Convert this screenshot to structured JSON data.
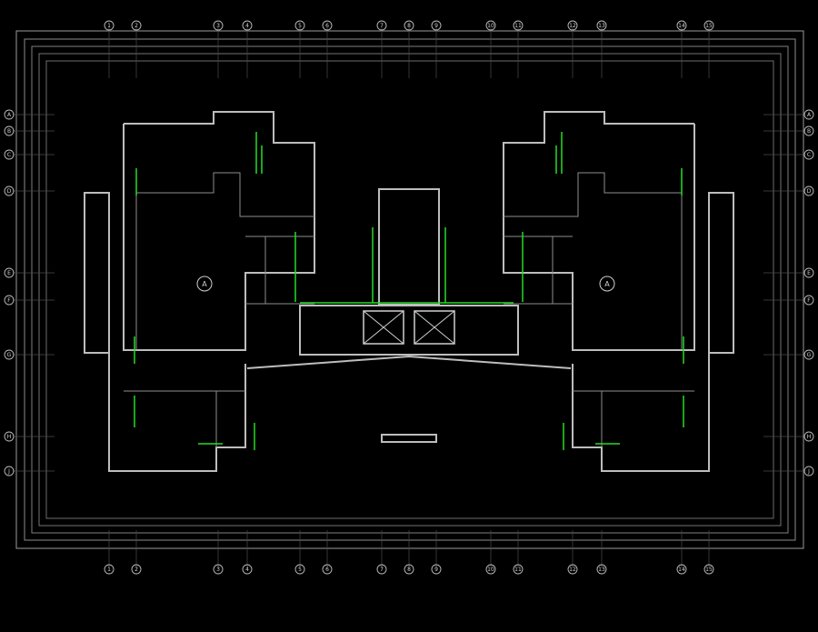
{
  "colors": {
    "background": "#000000",
    "frame": "#9a9a9a",
    "wall": "#bdbdbd",
    "pipe": "#22dd22",
    "text": "#cfcfcf"
  },
  "grid_top": [
    "1",
    "2",
    "3",
    "4",
    "5",
    "6",
    "7",
    "8",
    "9",
    "10",
    "11",
    "12",
    "13",
    "14",
    "15"
  ],
  "grid_bottom": [
    "1",
    "2",
    "3",
    "4",
    "5",
    "6",
    "7",
    "8",
    "9",
    "10",
    "11",
    "12",
    "13",
    "14",
    "15"
  ],
  "grid_left": [
    "A",
    "B",
    "C",
    "D",
    "E",
    "F",
    "G",
    "H",
    "J"
  ],
  "grid_right": [
    "A",
    "B",
    "C",
    "D",
    "E",
    "F",
    "G",
    "H",
    "J"
  ],
  "room_marks": {
    "left": "A",
    "right": "A"
  },
  "icons": {
    "left_dwelling": "circle-a-icon",
    "right_dwelling": "circle-a-icon",
    "elevators": "elevator-icon"
  }
}
